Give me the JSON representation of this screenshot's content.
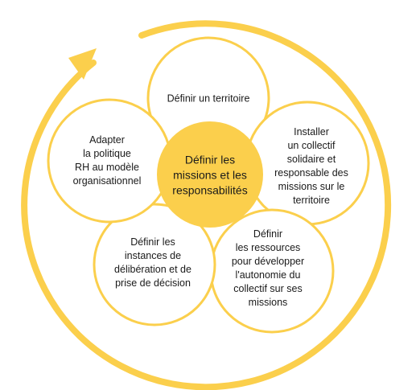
{
  "colors": {
    "accent": "#fbcf4c",
    "center_fill": "#fbcf4c",
    "petal_fill": "#ffffff",
    "text": "#1a1a1a"
  },
  "center": {
    "label": "Définir les\nmissions et les\nresponsabilités"
  },
  "petals": [
    {
      "id": "territoire",
      "label": "Définir un territoire"
    },
    {
      "id": "collectif",
      "label": "Installer\nun collectif\nsolidaire et\nresponsable des\nmissions sur le\nterritoire"
    },
    {
      "id": "ressources",
      "label": "Définir\nles ressources\npour développer\nl'autonomie du\ncollectif sur ses\nmissions"
    },
    {
      "id": "instances",
      "label": "Définir les\ninstances de\ndélibération et de\nprise de décision"
    },
    {
      "id": "rh",
      "label": "Adapter\nla politique\nRH au modèle\norganisationnel"
    }
  ]
}
